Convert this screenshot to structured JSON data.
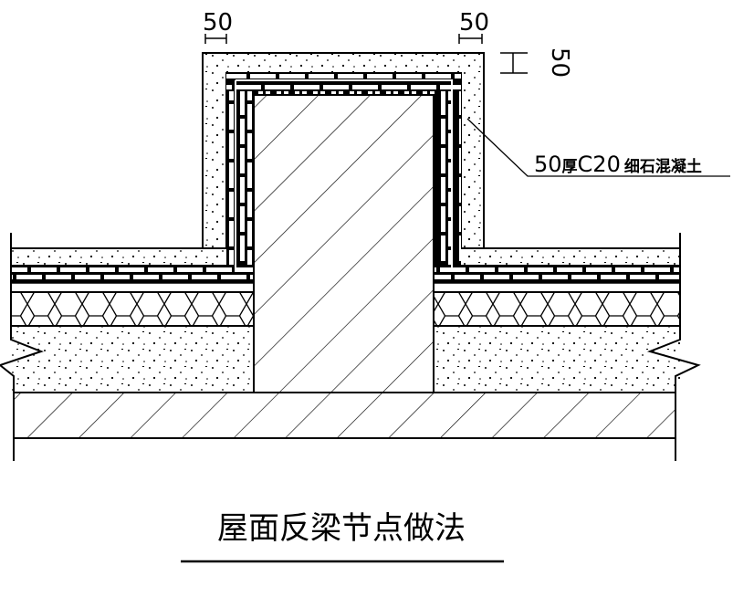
{
  "dimensions": {
    "left_width": "50",
    "right_width": "50",
    "top_thickness": "50"
  },
  "callout": {
    "thickness": "50",
    "unit_char": "厚",
    "grade": "C20",
    "material": "细石混凝土"
  },
  "title": "屋面反梁节点做法",
  "colors": {
    "line": "#000000",
    "background": "#ffffff"
  }
}
